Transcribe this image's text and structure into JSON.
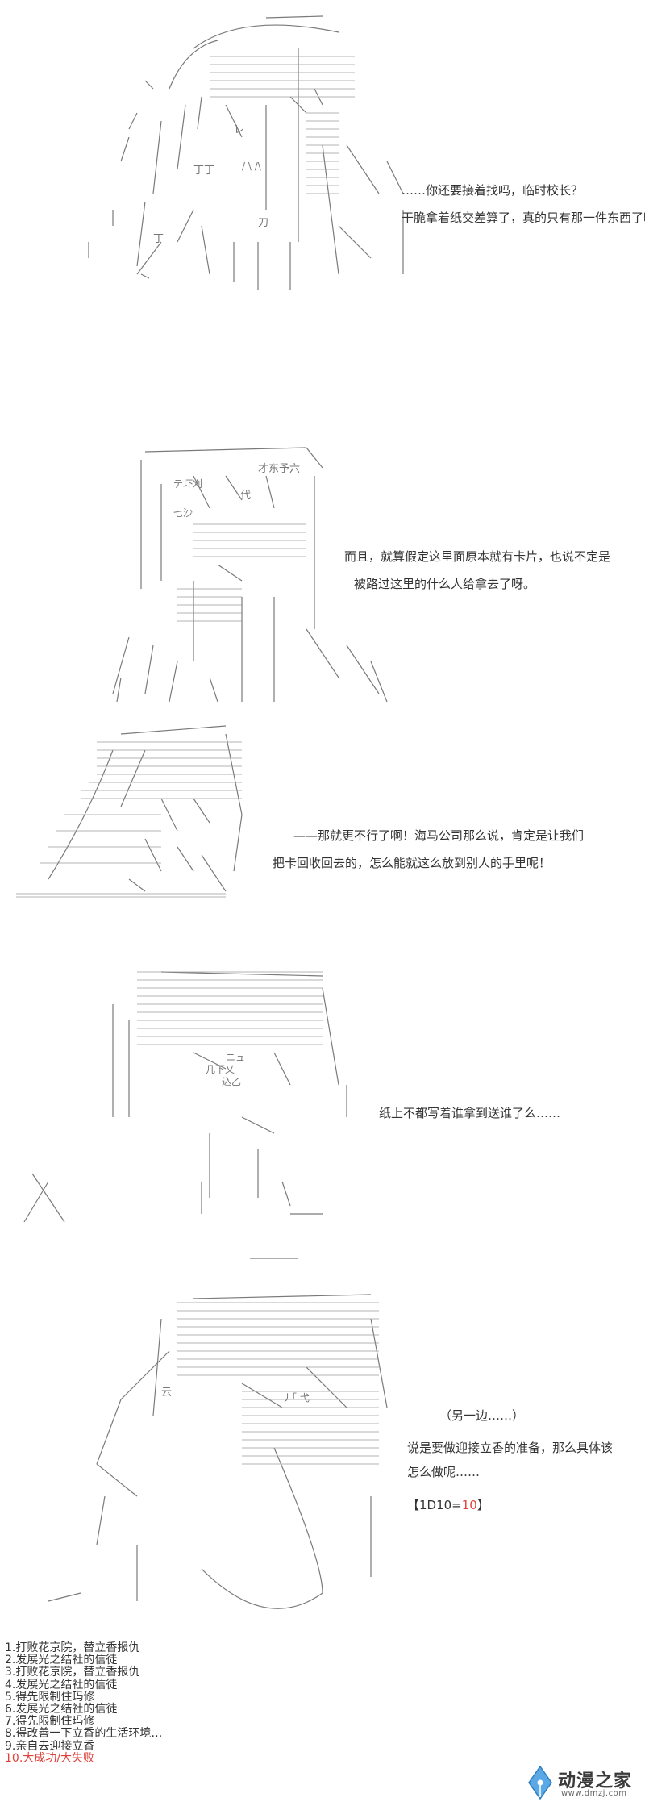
{
  "panels": [
    {
      "lines": [
        "……你还要接着找吗，临时校长？",
        "干脆拿着纸交差算了，真的只有那一件东西了呀。"
      ],
      "art_text": [
        "丁丁",
        "/ \\ /\\",
        "刀",
        "丁",
        "レ"
      ]
    },
    {
      "lines": [
        "而且，就算假定这里面原本就有卡片，也说不定是",
        "被路过这里的什么人给拿去了呀。"
      ],
      "art_text": [
        "才东予六",
        "テ圷刈",
        "代",
        "七沙"
      ]
    },
    {
      "lines": [
        "——那就更不行了啊！海马公司那么说，肯定是让我们",
        "把卡回收回去的，怎么能就这么放到别人的手里呢！"
      ],
      "art_text": []
    },
    {
      "lines": [
        "纸上不都写着谁拿到送谁了么……"
      ],
      "art_text": [
        "ニュ",
        "几下乂",
        "込乙"
      ]
    },
    {
      "lines": [
        "（另一边……）",
        "说是要做迎接立香的准备，那么具体该",
        "怎么做呢……"
      ],
      "art_text": [
        "云",
        "丿｢ 弋"
      ],
      "roll": {
        "prefix": "【1D10=",
        "value": "10",
        "suffix": "】",
        "value_color": "#e0413b"
      }
    }
  ],
  "choices": [
    "1.打败花京院，替立香报仇",
    "2.发展光之结社的信徒",
    "3.打败花京院，替立香报仇",
    "4.发展光之结社的信徒",
    "5.得先限制住玛修",
    "6.发展光之结社的信徒",
    "7.得先限制住玛修",
    "8.得改善一下立香的生活环境…",
    "9.亲自去迎接立香",
    "10.大成功/大失败"
  ],
  "highlight_color": "#e0413b",
  "watermark": {
    "name": "动漫之家",
    "url": "www.dmzj.com",
    "icon": "pen-nib-icon"
  }
}
